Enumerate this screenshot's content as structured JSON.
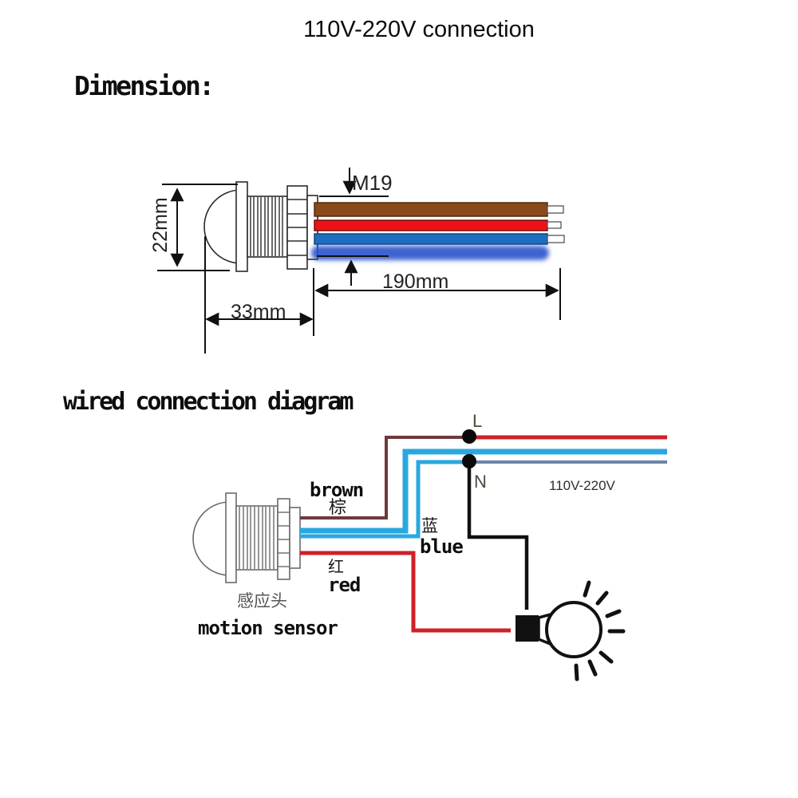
{
  "title": "110V-220V connection",
  "dimension_section": {
    "heading": "Dimension:",
    "thread_label": "M19",
    "height_label": "22mm",
    "body_length_label": "33mm",
    "wire_length_label": "190mm"
  },
  "wiring_section": {
    "heading": "wired connection diagram",
    "live_label": "L",
    "neutral_label": "N",
    "voltage_label": "110V-220V",
    "brown_label_en": "brown",
    "brown_label_cn": "棕",
    "blue_label_cn": "蓝",
    "blue_label_en": "blue",
    "red_label_cn": "红",
    "red_label_en": "red",
    "sensor_label_cn": "感应头",
    "sensor_label_en": "motion sensor"
  },
  "colors": {
    "wire_brown": "#8a4a1a",
    "wire_red": "#ee1216",
    "wire_blue": "#1d6ec1",
    "wire_blue_glow": "#2953cc",
    "schematic_brown": "#6e3a3c",
    "schematic_red": "#cf2128",
    "schematic_cyan": "#29a8e0",
    "schematic_slate": "#6b84a8",
    "schematic_black": "#111111"
  }
}
